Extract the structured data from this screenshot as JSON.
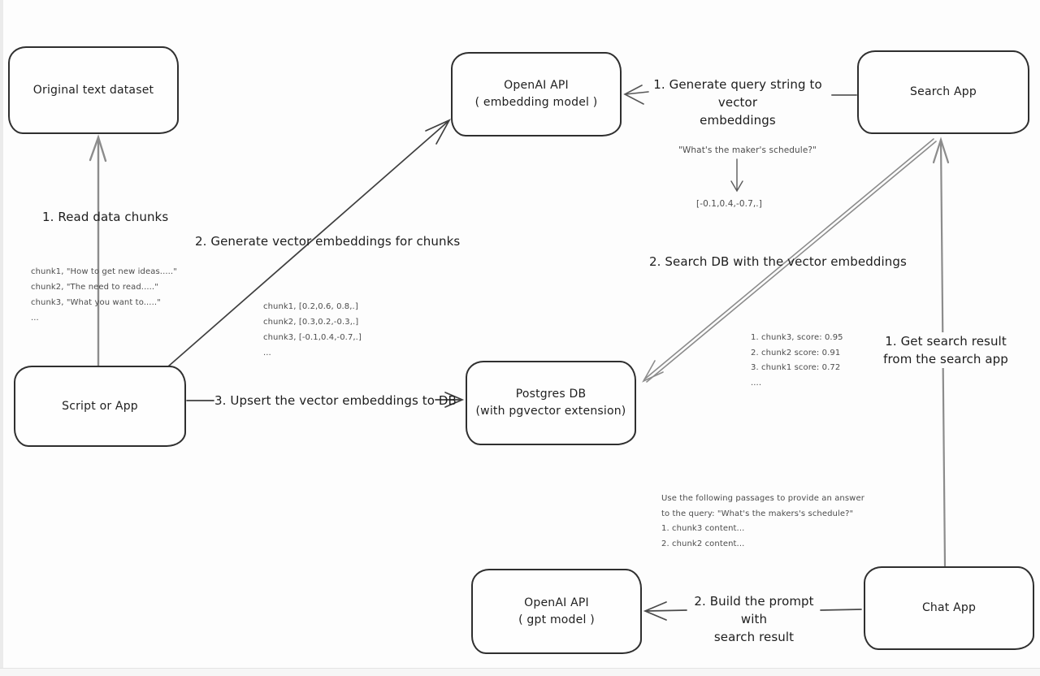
{
  "diagram_title": "RAG with pgvector architecture diagram",
  "colors": {
    "background": "#fdfdfd",
    "box_border": "#2f2f2f",
    "text_dark": "#1d1d1d",
    "text_gray": "#4c4c4c",
    "arrow_dark": "#3f3f3f",
    "arrow_gray": "#8c8c8c"
  },
  "boxes": {
    "original_dataset": {
      "label": "Original text dataset"
    },
    "openai_embedding": {
      "line1": "OpenAI API",
      "line2": "( embedding model )"
    },
    "search_app": {
      "label": "Search App"
    },
    "script_or_app": {
      "label": "Script or App"
    },
    "postgres_db": {
      "line1": "Postgres DB",
      "line2": "(with pgvector extension)"
    },
    "openai_gpt": {
      "line1": "OpenAI API",
      "line2": "( gpt model )"
    },
    "chat_app": {
      "label": "Chat App"
    }
  },
  "flow_labels": {
    "read_chunks": "1. Read data chunks",
    "generate_embeddings": "2. Generate vector embeddings for chunks",
    "upsert": "3. Upsert the vector embeddings  to DB",
    "query_to_vector_line1": "1. Generate query string to vector",
    "query_to_vector_line2": "embeddings",
    "search_db": "2. Search DB with the vector embeddings",
    "get_result_line1": "1. Get search result",
    "get_result_line2": "from the search app",
    "build_prompt_line1": "2. Build the prompt with",
    "build_prompt_line2": "search result"
  },
  "annotations": {
    "raw_chunks": [
      "chunk1, \"How to get new ideas.....\"",
      "chunk2, \"The need to read.....\"",
      "chunk3, \"What you want to.....\"",
      "..."
    ],
    "chunk_vectors": [
      "chunk1, [0.2,0.6, 0.8,.]",
      "chunk2, [0.3,0.2,-0.3,.]",
      "chunk3, [-0.1,0.4,-0.7,.]",
      "..."
    ],
    "query_example": {
      "question": "\"What's the maker's schedule?\"",
      "vector": "[-0.1,0.4,-0.7,.]"
    },
    "search_scores": [
      "1. chunk3, score: 0.95",
      "2. chunk2 score: 0.91",
      "3. chunk1 score: 0.72",
      "...."
    ],
    "prompt_example": [
      "Use the following passages to provide an answer",
      "to the query: \"What's the makers's schedule?\"",
      "1. chunk3 content...",
      "2. chunk2 content..."
    ]
  }
}
